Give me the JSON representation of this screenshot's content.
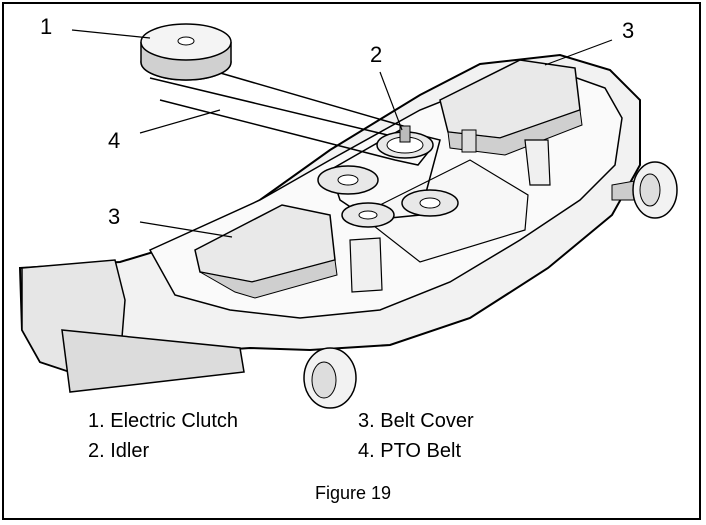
{
  "callouts": {
    "c1": "1",
    "c2": "2",
    "c3a": "3",
    "c3b": "3",
    "c4": "4"
  },
  "legend": {
    "item1": "1.  Electric Clutch",
    "item2": "2.  Idler",
    "item3": "3.  Belt Cover",
    "item4": "4.  PTO Belt"
  },
  "caption": "Figure 19"
}
